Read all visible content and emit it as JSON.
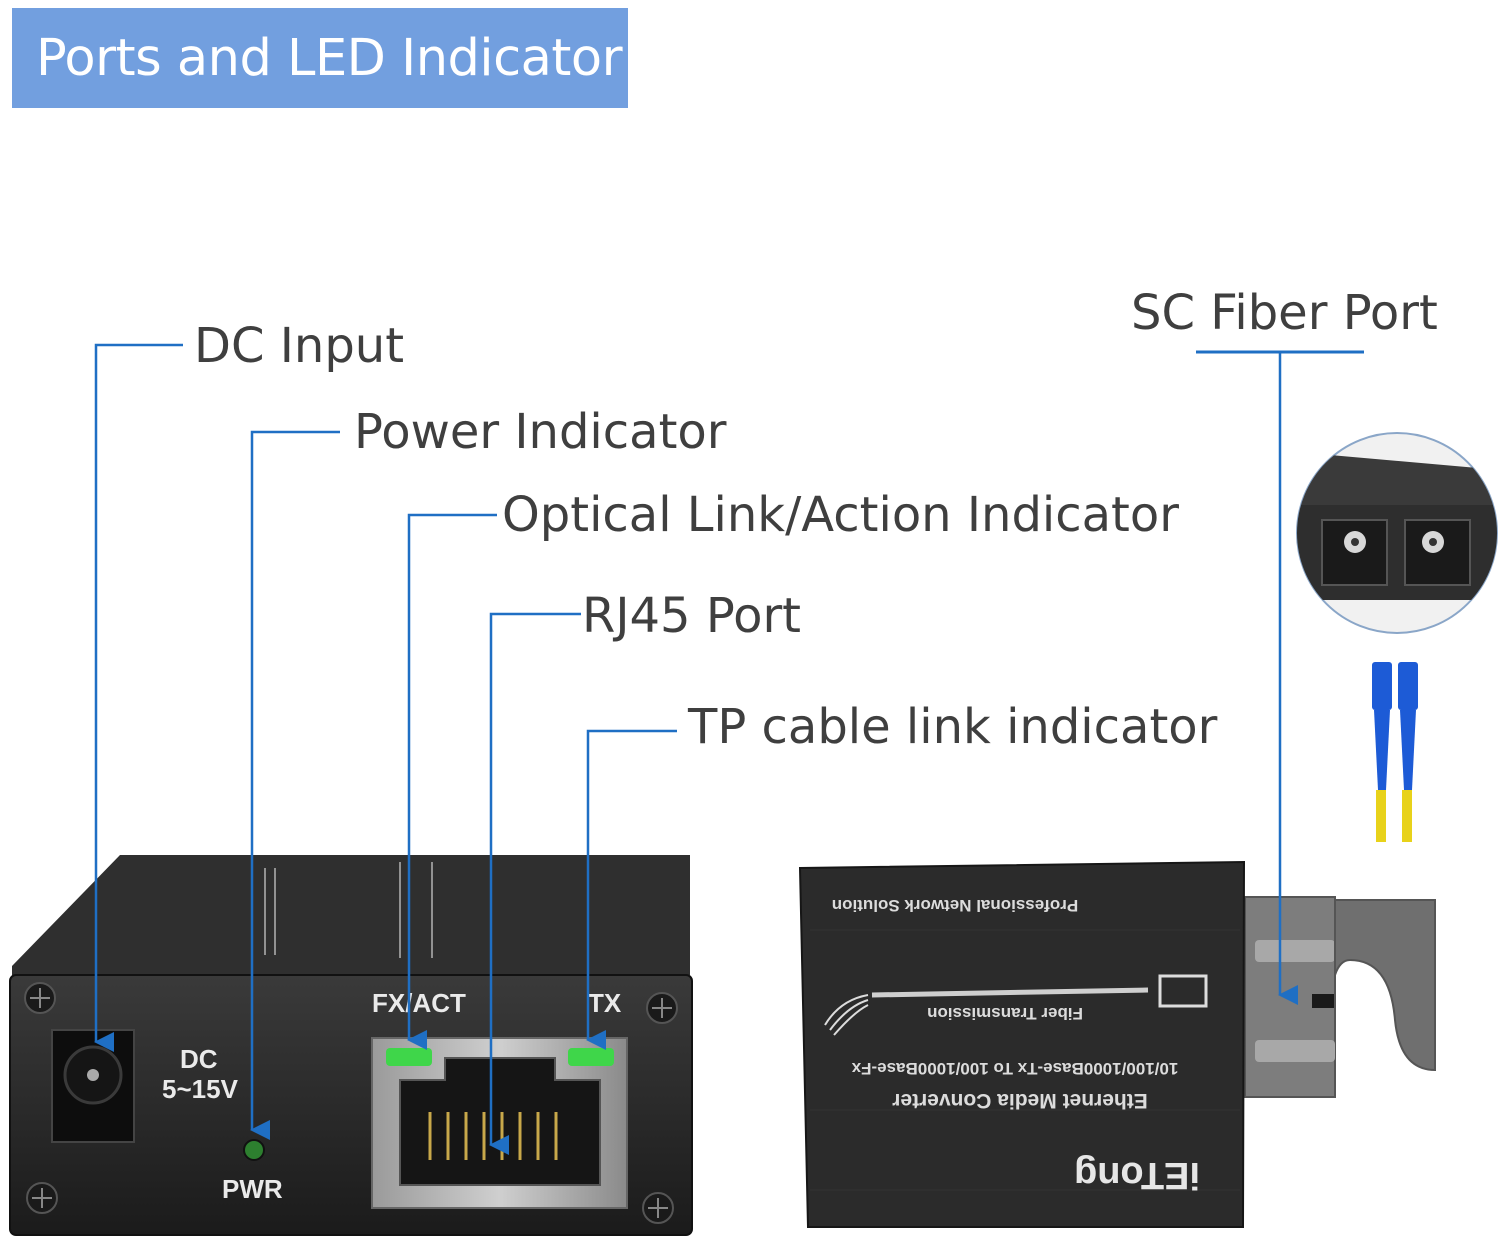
{
  "title": "Ports and LED Indicator",
  "callouts": {
    "dc_input": "DC Input",
    "power_indicator": "Power Indicator",
    "optical_indicator": "Optical Link/Action Indicator",
    "rj45_port": "RJ45 Port",
    "tp_indicator": "TP cable link indicator",
    "sc_fiber_port": "SC Fiber Port"
  },
  "front_panel": {
    "fx_act": "FX/ACT",
    "tx": "TX",
    "dc": "DC",
    "voltage": "5~15V",
    "pwr": "PWR"
  },
  "top_label": {
    "slogan": "Professional Network Solution",
    "fiber": "Fiber Transmission",
    "spec": "10/100/1000Base-Tx To 100/1000Base-Fx",
    "product": "Ethernet Media Converter",
    "brand": "iETong"
  },
  "colors": {
    "banner": "#729fdf",
    "callout_line": "#1f6fc4",
    "led": "#3fd64a",
    "device_body": "#262626",
    "fiber_connector": "#1d5bd6",
    "fiber_cable": "#e8d21a"
  }
}
